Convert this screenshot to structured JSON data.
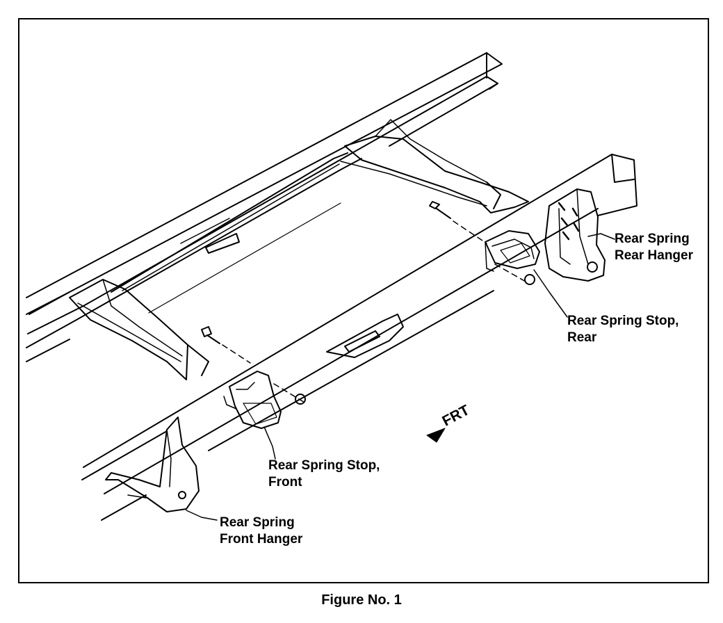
{
  "labels": {
    "rear_hanger_line1": "Rear Spring",
    "rear_hanger_line2": "Rear Hanger",
    "stop_rear_line1": "Rear Spring Stop,",
    "stop_rear_line2": "Rear",
    "stop_front_line1": "Rear Spring Stop,",
    "stop_front_line2": "Front",
    "front_hanger_line1": "Rear Spring",
    "front_hanger_line2": "Front Hanger",
    "direction": "FRT"
  },
  "caption": "Figure No. 1",
  "colors": {
    "ink": "#000000",
    "paper": "#ffffff",
    "screen": "#c8c8c8"
  }
}
